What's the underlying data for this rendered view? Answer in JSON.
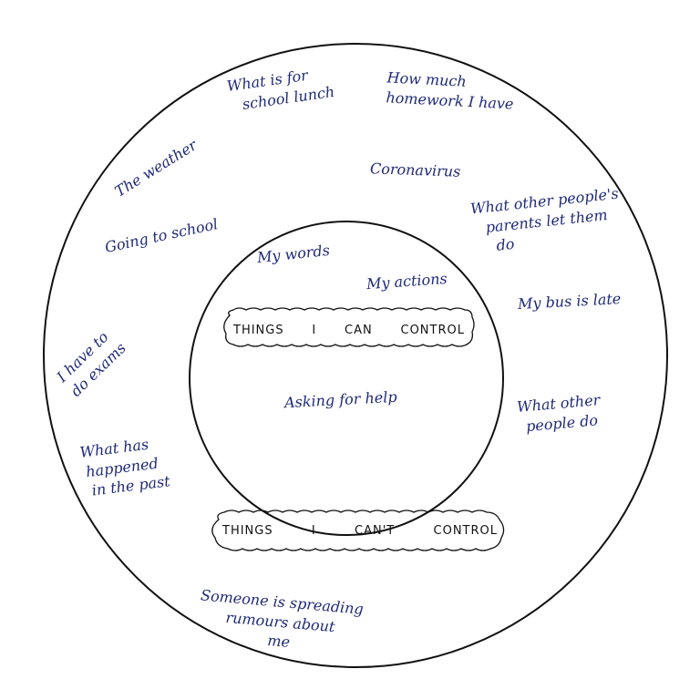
{
  "colors": {
    "ink": "#1f2a78",
    "line": "#111111",
    "background": "#ffffff"
  },
  "inner_label": {
    "words": [
      "THINGS",
      "I",
      "CAN",
      "CONTROL"
    ]
  },
  "outer_label": {
    "words": [
      "THINGS",
      "I",
      "CAN'T",
      "CONTROL"
    ]
  },
  "can_control": [
    {
      "lines": [
        "My words"
      ]
    },
    {
      "lines": [
        "My actions"
      ]
    },
    {
      "lines": [
        "Asking for help"
      ]
    }
  ],
  "cant_control": [
    {
      "lines": [
        "What is for",
        "school lunch"
      ]
    },
    {
      "lines": [
        "How much",
        "homework I have"
      ]
    },
    {
      "lines": [
        "The weather"
      ]
    },
    {
      "lines": [
        "Coronavirus"
      ]
    },
    {
      "lines": [
        "What other people's",
        "parents let them",
        "do"
      ]
    },
    {
      "lines": [
        "Going to school"
      ]
    },
    {
      "lines": [
        "My bus is late"
      ]
    },
    {
      "lines": [
        "I have to",
        "do exams"
      ]
    },
    {
      "lines": [
        "What other",
        "people do"
      ]
    },
    {
      "lines": [
        "What has",
        "happened",
        "in the past"
      ]
    },
    {
      "lines": [
        "Someone is spreading",
        "rumours about",
        "me"
      ]
    }
  ]
}
